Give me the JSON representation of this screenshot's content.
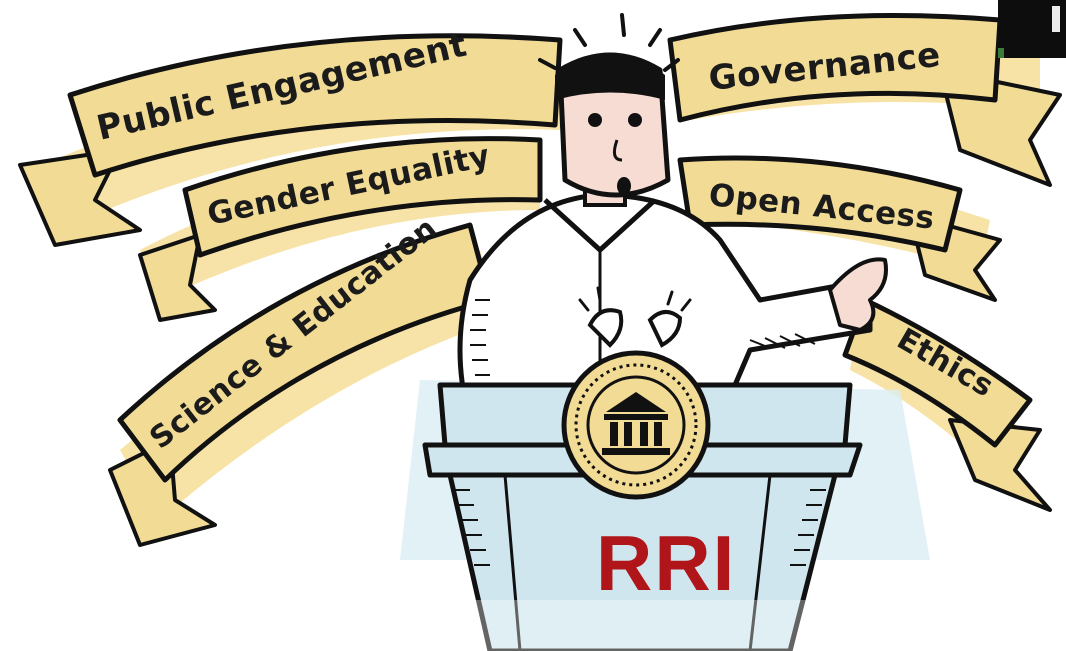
{
  "banners": {
    "public_engagement": "Public Engagement",
    "governance": "Governance",
    "gender_equality": "Gender Equality",
    "open_access": "Open Access",
    "science_education": "Science & Education",
    "ethics": "Ethics"
  },
  "podium_label": "RRI",
  "colors": {
    "banner_fill": "#f2dc95",
    "banner_shadow": "#f5d98a",
    "podium_fill": "#cfe6ef",
    "skin": "#f6dcd2",
    "rri_red": "#b01519",
    "ink": "#111111"
  },
  "icons": {
    "emblem": "institution-building-icon"
  }
}
